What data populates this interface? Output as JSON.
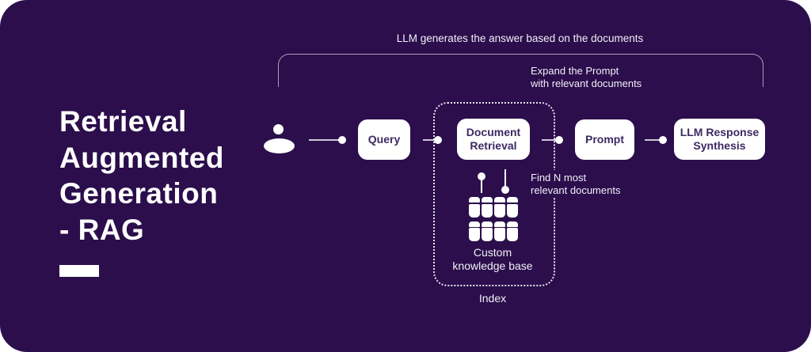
{
  "colors": {
    "background": "#2b0e4b",
    "node_background": "#ffffff",
    "node_text": "#3c2a63",
    "annotation_text": "#f3eff9",
    "connector_line": "#cfc9da",
    "accent_white": "#ffffff"
  },
  "title": {
    "lines": [
      "Retrieval",
      "Augmented",
      "Generation",
      "- RAG"
    ]
  },
  "bracket_caption": "LLM generates the answer based on the documents",
  "notes": {
    "expand": "Expand the Prompt\nwith relevant documents",
    "find": "Find N most\nrelevant documents"
  },
  "nodes": {
    "query": "Query",
    "document_retrieval": "Document\nRetrieval",
    "prompt": "Prompt",
    "llm": "LLM Response\nSynthesis"
  },
  "knowledge_base": {
    "label": "Custom\nknowledge base",
    "index_label": "Index"
  },
  "icons": {
    "person": "person-icon",
    "knowledge_base": "knowledge-base-grid-icon"
  }
}
